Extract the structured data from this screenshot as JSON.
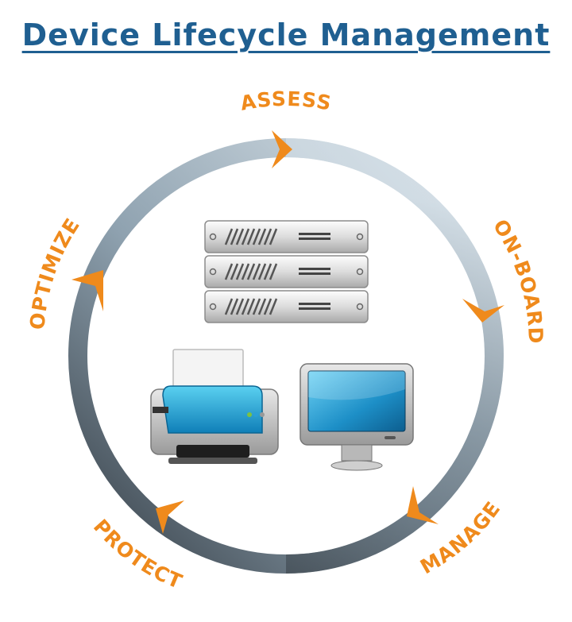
{
  "title": "Device Lifecycle Management",
  "colors": {
    "title": "#1f5f91",
    "accent_orange": "#ef8a1c",
    "ring_dark": "#2b3238",
    "ring_light": "#d7e2ea"
  },
  "stages": [
    {
      "label": "ASSESS"
    },
    {
      "label": "ON-BOARD"
    },
    {
      "label": "MANAGE"
    },
    {
      "label": "PROTECT"
    },
    {
      "label": "OPTIMIZE"
    }
  ],
  "icons": [
    "server-rack-icon",
    "printer-icon",
    "monitor-icon"
  ]
}
